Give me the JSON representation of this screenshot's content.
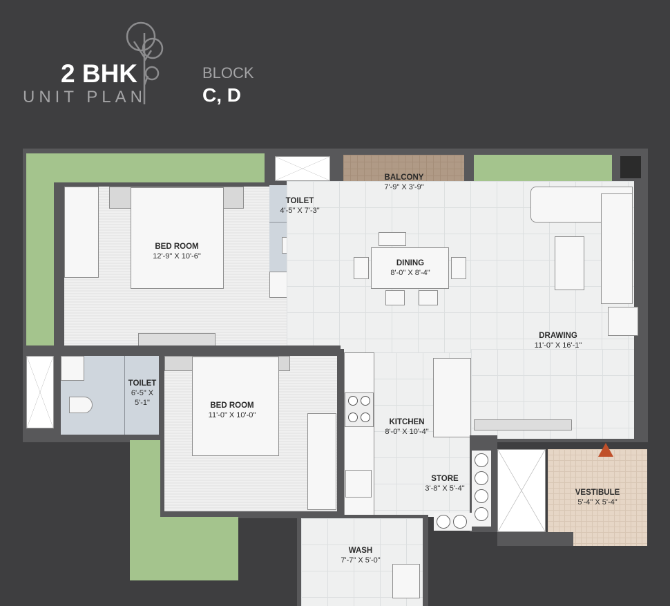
{
  "header": {
    "title": "2 BHK",
    "subtitle": "UNIT PLAN",
    "block_label": "BLOCK",
    "block_value": "C, D",
    "logo_icon": "tree-icon"
  },
  "rooms": {
    "bedroom1": {
      "name": "BED ROOM",
      "size": "12'-9\" X 10'-6\""
    },
    "toilet1": {
      "name": "TOILET",
      "size": "4'-5\" X 7'-3\""
    },
    "balcony": {
      "name": "BALCONY",
      "size": "7'-9\" X 3'-9\""
    },
    "dining": {
      "name": "DINING",
      "size": "8'-0\" X 8'-4\""
    },
    "drawing": {
      "name": "DRAWING",
      "size": "11'-0\" X 16'-1\""
    },
    "toilet2": {
      "name": "TOILET",
      "size1": "6'-5\" X",
      "size2": "5'-1\""
    },
    "bedroom2": {
      "name": "BED ROOM",
      "size": "11'-0\" X 10'-0\""
    },
    "kitchen": {
      "name": "KITCHEN",
      "size": "8'-0\" X 10'-4\""
    },
    "store": {
      "name": "STORE",
      "size": "3'-8\" X 5'-4\""
    },
    "vestibule": {
      "name": "VESTIBULE",
      "size": "5'-4\" X 5'-4\""
    },
    "wash": {
      "name": "WASH",
      "size": "7'-7\" X 5'-0\""
    }
  },
  "colors": {
    "background": "#3e3e40",
    "garden": "#a4c48d",
    "balcony": "#b09a86",
    "entry_arrow": "#c0502a"
  }
}
